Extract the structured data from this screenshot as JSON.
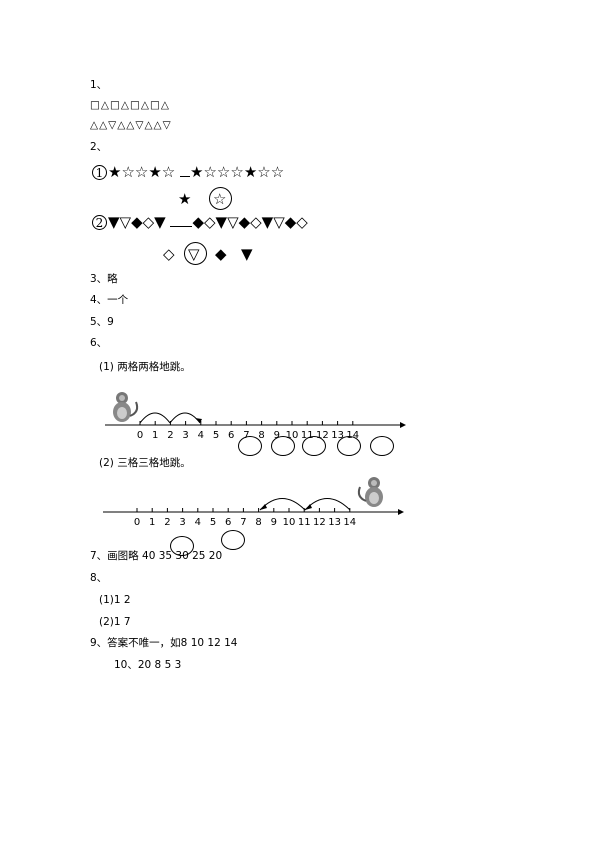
{
  "q1": {
    "label": "1、",
    "row1": "□△□△□△□△",
    "row2": "△△▽△△▽△△▽"
  },
  "q2": {
    "label": "2、",
    "part1": {
      "num": "1",
      "seq_a": "★☆☆★☆",
      "seq_b": "★☆☆☆★☆☆",
      "answer_plain": "★",
      "answer_circled": "☆"
    },
    "part2": {
      "num": "2",
      "seq_a": "▼▽◆◇▼",
      "seq_b": "◆◇▼▽◆◇▼▽◆◇",
      "answer_plain_1": "◇",
      "answer_circled": "▽",
      "answer_plain_2": "◆",
      "answer_plain_3": "▼"
    }
  },
  "q3": {
    "text": "3、略"
  },
  "q4": {
    "text": "4、一个"
  },
  "q5": {
    "text": "5、9"
  },
  "q6": {
    "label": "6、",
    "sub1": "(1) 两格两格地跳。",
    "sub2": "(2) 三格三格地跳。",
    "numberline_ticks": [
      "0",
      "1",
      "2",
      "3",
      "4",
      "5",
      "6",
      "7",
      "8",
      "9",
      "10",
      "11",
      "12",
      "13",
      "14"
    ]
  },
  "q7": {
    "text": "7、画图略 40 35 30 25 20"
  },
  "q8": {
    "label": "8、",
    "line1": "(1)1 2",
    "line2": "(2)1 7"
  },
  "q9": {
    "text": "9、答案不唯一，如8 10 12 14"
  },
  "q10": {
    "text": "10、20 8 5 3"
  }
}
